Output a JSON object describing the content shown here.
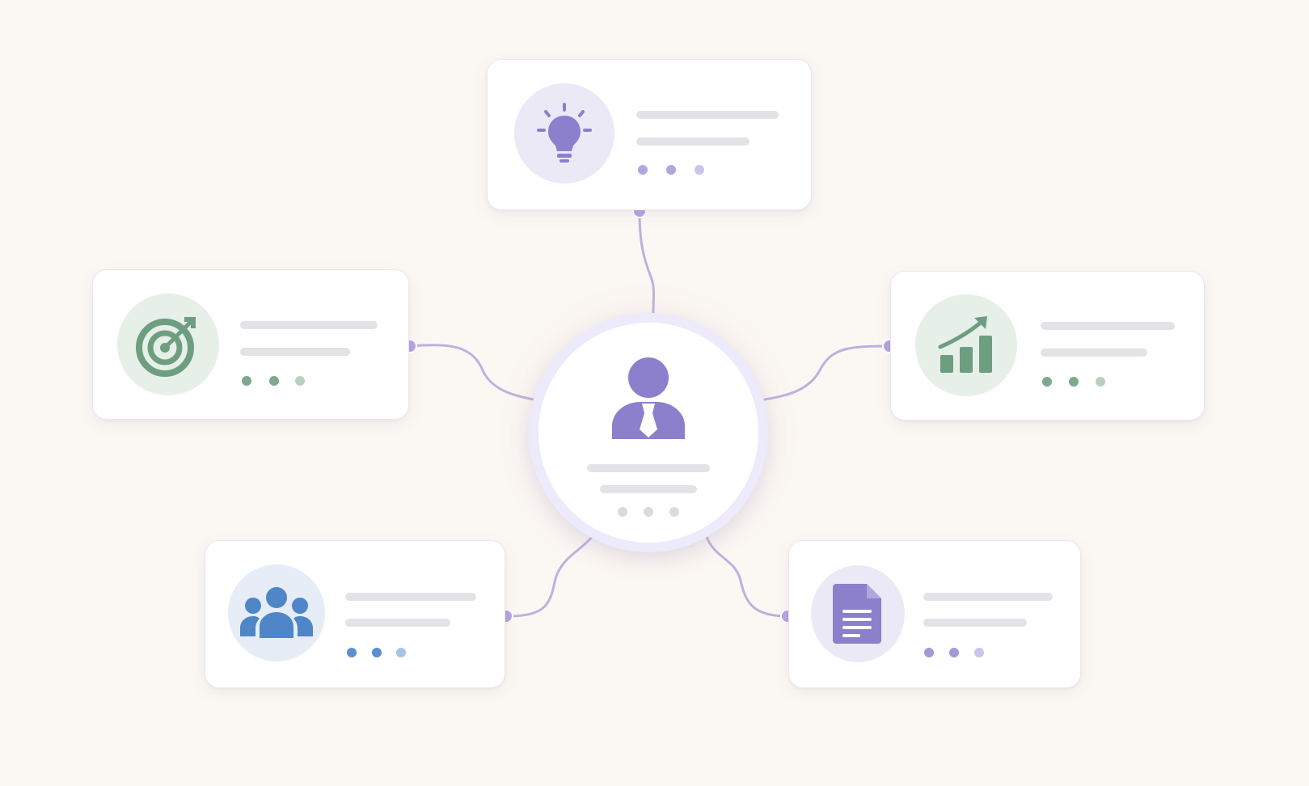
{
  "diagram": {
    "center": {
      "icon": "person-with-tie-icon",
      "color": "#8c7fcc"
    },
    "nodes": [
      {
        "id": "ideas",
        "icon": "lightbulb-icon",
        "color": "#8c7fcc",
        "bg": "#ece9f7"
      },
      {
        "id": "goals",
        "icon": "target-arrow-icon",
        "color": "#6e9e80",
        "bg": "#e6efe8"
      },
      {
        "id": "growth",
        "icon": "growth-chart-icon",
        "color": "#6e9e80",
        "bg": "#e6efe8"
      },
      {
        "id": "team",
        "icon": "team-icon",
        "color": "#4f86c8",
        "bg": "#e6edf7"
      },
      {
        "id": "document",
        "icon": "document-icon",
        "color": "#8c7fcc",
        "bg": "#ece9f7"
      }
    ],
    "connector_color": "#b9ade0",
    "background": "#fbf8f4"
  }
}
